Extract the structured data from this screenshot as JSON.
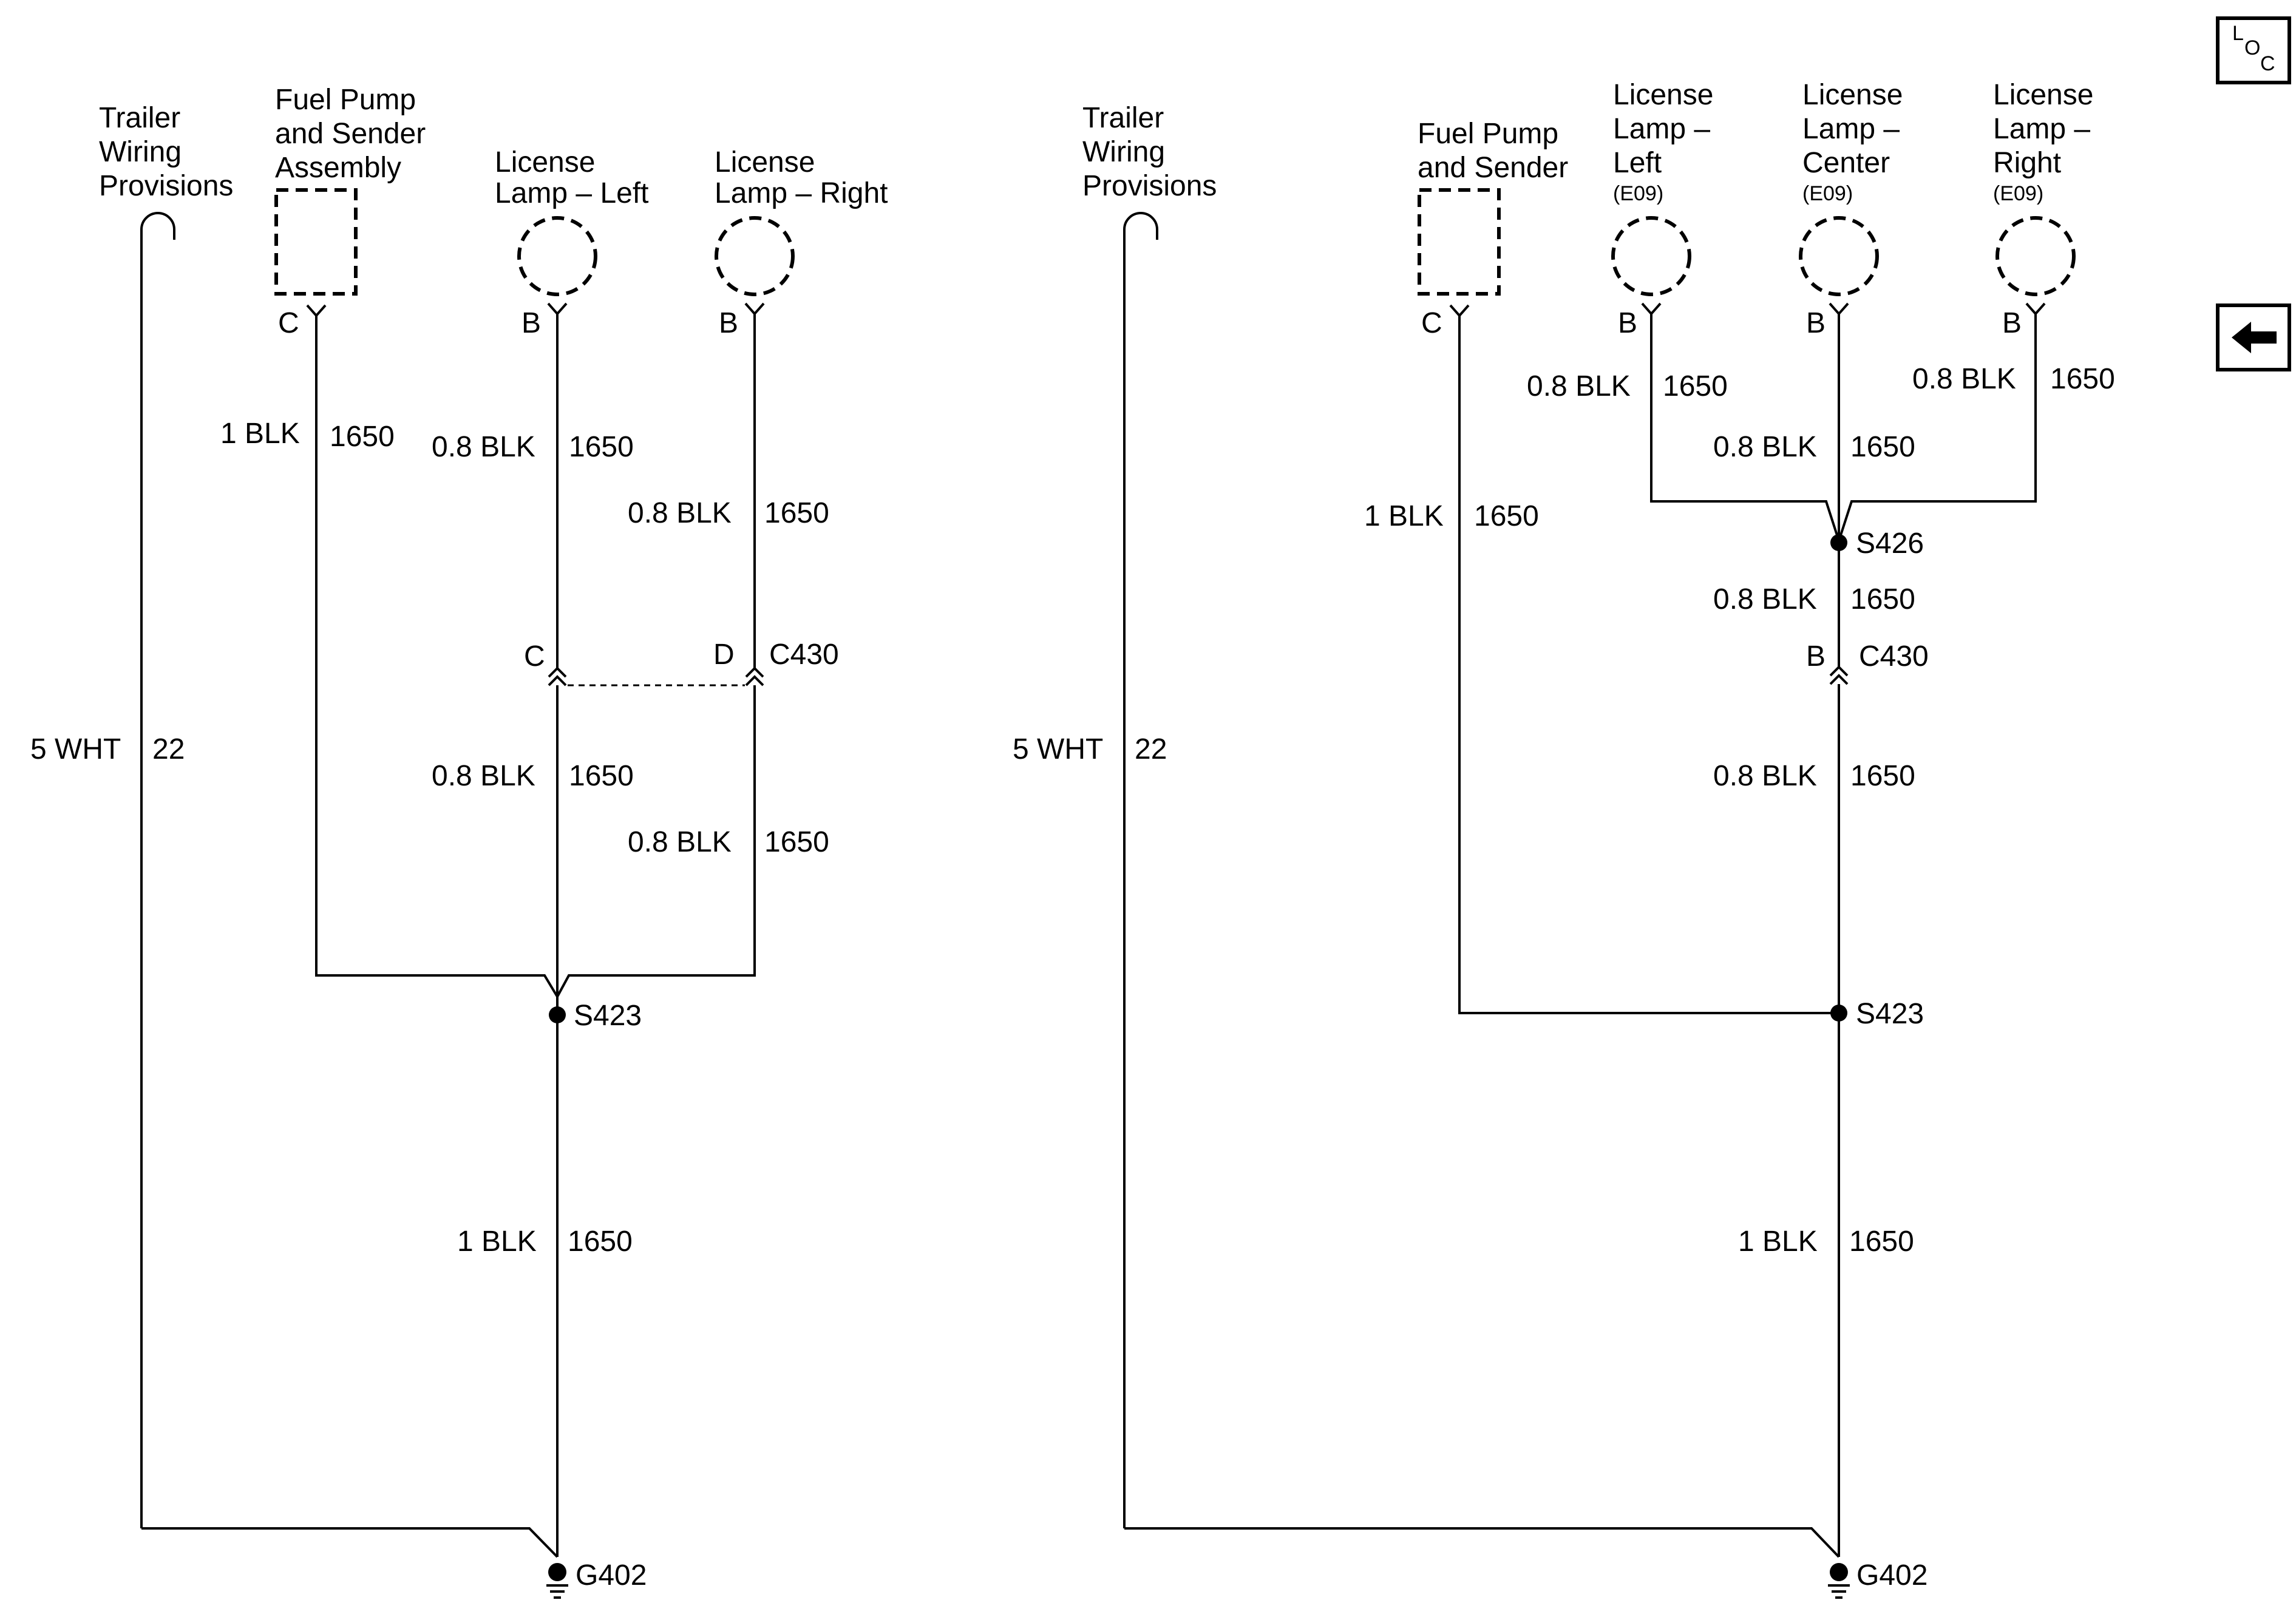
{
  "left_schematic": {
    "trailer_label": [
      "Trailer",
      "Wiring",
      "Provisions"
    ],
    "fuel_label": [
      "Fuel Pump",
      "and Sender",
      "Assembly"
    ],
    "lamp_left_label": [
      "License",
      "Lamp – Left"
    ],
    "lamp_right_label": [
      "License",
      "Lamp – Right"
    ],
    "pin_fuel": "C",
    "pin_lamp_left": "B",
    "pin_lamp_right": "B",
    "wire_fuel": {
      "gauge": "1 BLK",
      "circuit": "1650"
    },
    "wire_lamp_left_top": {
      "gauge": "0.8 BLK",
      "circuit": "1650"
    },
    "wire_lamp_right_top": {
      "gauge": "0.8 BLK",
      "circuit": "1650"
    },
    "connector_pin_left": "C",
    "connector_pin_right": "D",
    "connector_name": "C430",
    "wire_lamp_left_bottom": {
      "gauge": "0.8 BLK",
      "circuit": "1650"
    },
    "wire_lamp_right_bottom": {
      "gauge": "0.8 BLK",
      "circuit": "1650"
    },
    "wire_trailer": {
      "gauge": "5 WHT",
      "circuit": "22"
    },
    "splice": "S423",
    "wire_ground": {
      "gauge": "1 BLK",
      "circuit": "1650"
    },
    "ground": "G402"
  },
  "right_schematic": {
    "trailer_label": [
      "Trailer",
      "Wiring",
      "Provisions"
    ],
    "fuel_label": [
      "Fuel Pump",
      "and Sender"
    ],
    "lamp_left_label": [
      "License",
      "Lamp –",
      "Left"
    ],
    "lamp_center_label": [
      "License",
      "Lamp –",
      "Center"
    ],
    "lamp_right_label": [
      "License",
      "Lamp –",
      "Right"
    ],
    "option_code": "(E09)",
    "pin_fuel": "C",
    "pin_lamp_left": "B",
    "pin_lamp_center": "B",
    "pin_lamp_right": "B",
    "wire_lamp_left": {
      "gauge": "0.8 BLK",
      "circuit": "1650"
    },
    "wire_lamp_center": {
      "gauge": "0.8 BLK",
      "circuit": "1650"
    },
    "wire_lamp_right": {
      "gauge": "0.8 BLK",
      "circuit": "1650"
    },
    "wire_fuel": {
      "gauge": "1 BLK",
      "circuit": "1650"
    },
    "splice_top": "S426",
    "wire_s426_c430": {
      "gauge": "0.8 BLK",
      "circuit": "1650"
    },
    "connector_pin": "B",
    "connector_name": "C430",
    "wire_c430_s423": {
      "gauge": "0.8 BLK",
      "circuit": "1650"
    },
    "wire_trailer": {
      "gauge": "5 WHT",
      "circuit": "22"
    },
    "splice_bottom": "S423",
    "wire_ground": {
      "gauge": "1 BLK",
      "circuit": "1650"
    },
    "ground": "G402"
  },
  "loc_icon": {
    "letters": [
      "L",
      "O",
      "C"
    ]
  },
  "back_icon": "left-arrow-icon"
}
